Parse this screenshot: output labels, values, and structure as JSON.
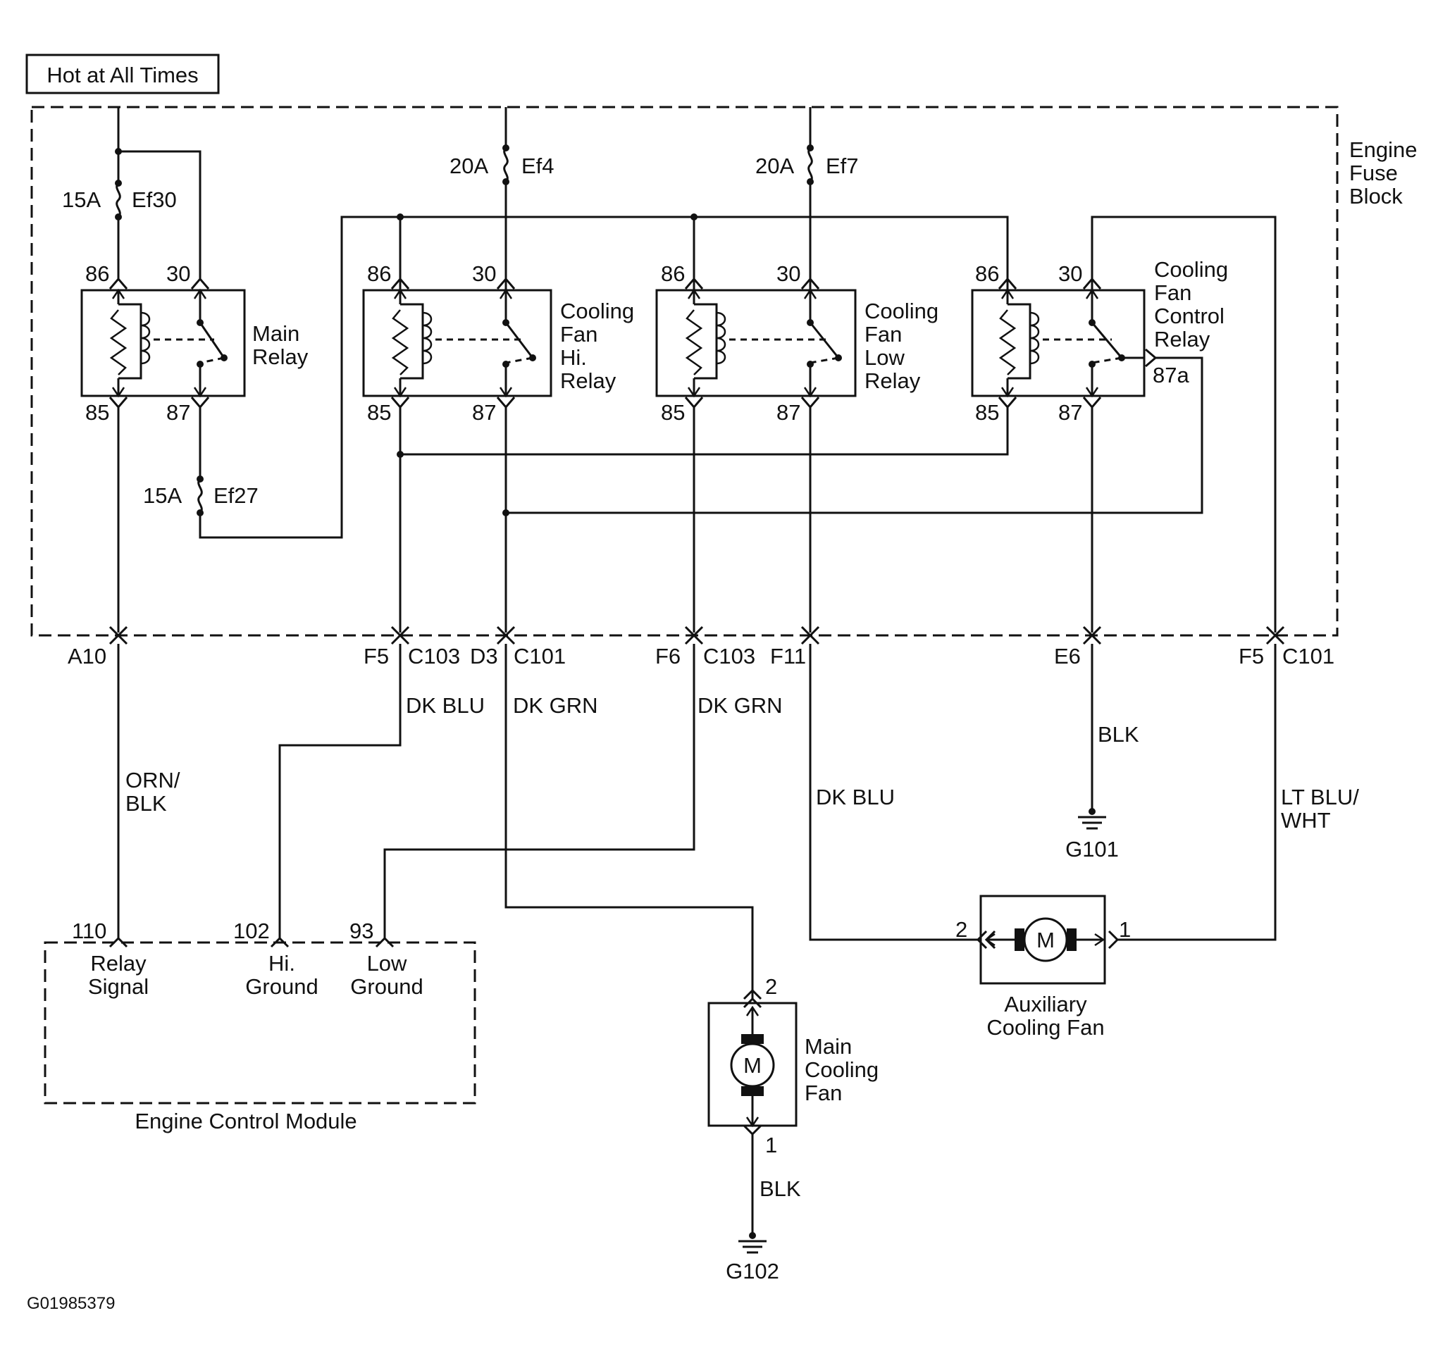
{
  "header_label": "Hot at All Times",
  "fuse_block_label": [
    "Engine",
    "Fuse",
    "Block"
  ],
  "fuses": {
    "ef30": {
      "rating": "15A",
      "name": "Ef30"
    },
    "ef4": {
      "rating": "20A",
      "name": "Ef4"
    },
    "ef7": {
      "rating": "20A",
      "name": "Ef7"
    },
    "ef27": {
      "rating": "15A",
      "name": "Ef27"
    }
  },
  "relays": {
    "main": {
      "label": [
        "Main",
        "Relay"
      ],
      "pins": [
        "86",
        "30",
        "85",
        "87"
      ]
    },
    "hi": {
      "label": [
        "Cooling",
        "Fan",
        "Hi.",
        "Relay"
      ],
      "pins": [
        "86",
        "30",
        "85",
        "87"
      ]
    },
    "low": {
      "label": [
        "Cooling",
        "Fan",
        "Low",
        "Relay"
      ],
      "pins": [
        "86",
        "30",
        "85",
        "87"
      ]
    },
    "control": {
      "label": [
        "Cooling",
        "Fan",
        "Control",
        "Relay"
      ],
      "pins": [
        "86",
        "30",
        "85",
        "87",
        "87a"
      ]
    }
  },
  "connectors": {
    "a10": "A10",
    "f5_c103": [
      "F5",
      "C103"
    ],
    "d3_c101": [
      "D3",
      "C101"
    ],
    "f6_c103": [
      "F6",
      "C103"
    ],
    "f11": "F11",
    "e6": "E6",
    "f5_c101": [
      "F5",
      "C101"
    ]
  },
  "wire_colors": {
    "a10": [
      "ORN/",
      "BLK"
    ],
    "hi_ground": "DK BLU",
    "d3": "DK GRN",
    "low_ground": "DK GRN",
    "f11": "DK BLU",
    "e6": "BLK",
    "f5_c101": [
      "LT BLU/",
      "WHT"
    ],
    "main_fan_ground": "BLK"
  },
  "grounds": {
    "g101": "G101",
    "g102": "G102"
  },
  "ecm": {
    "label": "Engine Control Module",
    "pins": [
      {
        "num": "110",
        "label": [
          "Relay",
          "Signal"
        ]
      },
      {
        "num": "102",
        "label": [
          "Hi.",
          "Ground"
        ]
      },
      {
        "num": "93",
        "label": [
          "Low",
          "Ground"
        ]
      }
    ]
  },
  "main_fan": {
    "label": [
      "Main",
      "Cooling",
      "Fan"
    ],
    "pins": [
      "2",
      "1"
    ],
    "motor": "M"
  },
  "aux_fan": {
    "label": [
      "Auxiliary",
      "Cooling Fan"
    ],
    "pins": [
      "2",
      "1"
    ],
    "motor": "M"
  },
  "figure_id": "G01985379"
}
